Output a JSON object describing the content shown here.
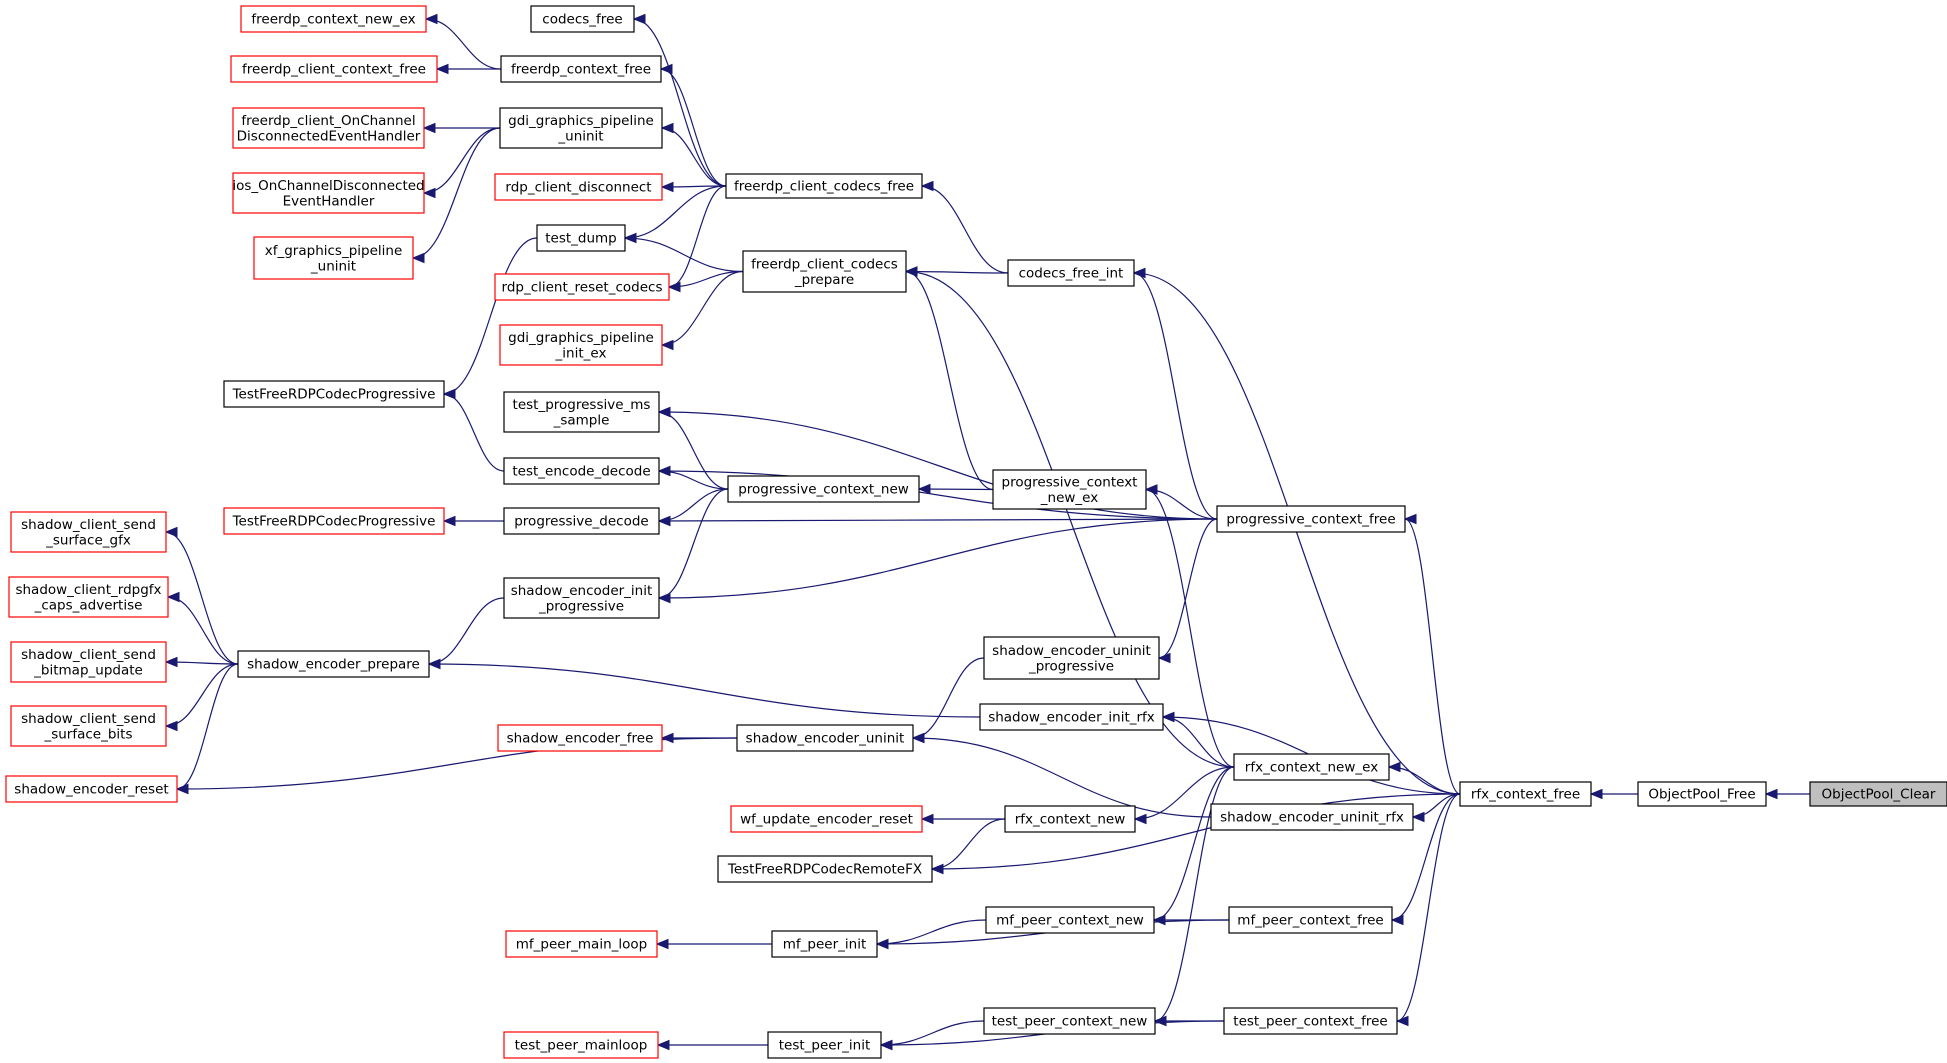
{
  "colors": {
    "edge": "#191970",
    "border_ref": "#ff0000",
    "border_doc": "#000000",
    "root_fill": "#bfbfbf"
  },
  "nodes": [
    {
      "id": "objectpool_clear",
      "lines": [
        "ObjectPool_Clear"
      ],
      "kind": "root"
    },
    {
      "id": "objectpool_free",
      "lines": [
        "ObjectPool_Free"
      ],
      "kind": "doc"
    },
    {
      "id": "rfx_context_free",
      "lines": [
        "rfx_context_free"
      ],
      "kind": "doc"
    },
    {
      "id": "codecs_free_int",
      "lines": [
        "codecs_free_int"
      ],
      "kind": "doc"
    },
    {
      "id": "progressive_context_free",
      "lines": [
        "progressive_context_free"
      ],
      "kind": "doc"
    },
    {
      "id": "rfx_context_new_ex",
      "lines": [
        "rfx_context_new_ex"
      ],
      "kind": "doc"
    },
    {
      "id": "shadow_encoder_uninit_rfx",
      "lines": [
        "shadow_encoder_uninit_rfx"
      ],
      "kind": "doc"
    },
    {
      "id": "shadow_encoder_init_rfx",
      "lines": [
        "shadow_encoder_init_rfx"
      ],
      "kind": "doc"
    },
    {
      "id": "mf_peer_context_free",
      "lines": [
        "mf_peer_context_free"
      ],
      "kind": "doc"
    },
    {
      "id": "test_peer_context_free",
      "lines": [
        "test_peer_context_free"
      ],
      "kind": "doc"
    },
    {
      "id": "testfreerdp_remotefx",
      "lines": [
        "TestFreeRDPCodecRemoteFX"
      ],
      "kind": "doc"
    },
    {
      "id": "freerdp_client_codecs_free",
      "lines": [
        "freerdp_client_codecs_free"
      ],
      "kind": "doc"
    },
    {
      "id": "freerdp_client_codecs_prepare",
      "lines": [
        "freerdp_client_codecs",
        "_prepare"
      ],
      "kind": "doc"
    },
    {
      "id": "progressive_context_new_ex",
      "lines": [
        "progressive_context",
        "_new_ex"
      ],
      "kind": "doc"
    },
    {
      "id": "shadow_encoder_uninit_progressive",
      "lines": [
        "shadow_encoder_uninit",
        "_progressive"
      ],
      "kind": "doc"
    },
    {
      "id": "rfx_context_new",
      "lines": [
        "rfx_context_new"
      ],
      "kind": "doc"
    },
    {
      "id": "mf_peer_context_new",
      "lines": [
        "mf_peer_context_new"
      ],
      "kind": "doc"
    },
    {
      "id": "test_peer_context_new",
      "lines": [
        "test_peer_context_new"
      ],
      "kind": "doc"
    },
    {
      "id": "codecs_free",
      "lines": [
        "codecs_free"
      ],
      "kind": "doc"
    },
    {
      "id": "freerdp_context_free",
      "lines": [
        "freerdp_context_free"
      ],
      "kind": "doc"
    },
    {
      "id": "gdi_graphics_pipeline_uninit",
      "lines": [
        "gdi_graphics_pipeline",
        "_uninit"
      ],
      "kind": "doc"
    },
    {
      "id": "test_dump",
      "lines": [
        "test_dump"
      ],
      "kind": "doc"
    },
    {
      "id": "progressive_context_new",
      "lines": [
        "progressive_context_new"
      ],
      "kind": "doc"
    },
    {
      "id": "test_progressive_ms_sample",
      "lines": [
        "test_progressive_ms",
        "_sample"
      ],
      "kind": "doc"
    },
    {
      "id": "test_encode_decode",
      "lines": [
        "test_encode_decode"
      ],
      "kind": "doc"
    },
    {
      "id": "progressive_decode",
      "lines": [
        "progressive_decode"
      ],
      "kind": "doc"
    },
    {
      "id": "shadow_encoder_init_progressive",
      "lines": [
        "shadow_encoder_init",
        "_progressive"
      ],
      "kind": "doc"
    },
    {
      "id": "shadow_encoder_uninit",
      "lines": [
        "shadow_encoder_uninit"
      ],
      "kind": "doc"
    },
    {
      "id": "mf_peer_init",
      "lines": [
        "mf_peer_init"
      ],
      "kind": "doc"
    },
    {
      "id": "test_peer_init",
      "lines": [
        "test_peer_init"
      ],
      "kind": "doc"
    },
    {
      "id": "testfreerdp_progressive_a",
      "lines": [
        "TestFreeRDPCodecProgressive"
      ],
      "kind": "doc"
    },
    {
      "id": "shadow_encoder_prepare",
      "lines": [
        "shadow_encoder_prepare"
      ],
      "kind": "doc"
    },
    {
      "id": "freerdp_context_new_ex",
      "lines": [
        "freerdp_context_new_ex"
      ],
      "kind": "ref"
    },
    {
      "id": "freerdp_client_context_free",
      "lines": [
        "freerdp_client_context_free"
      ],
      "kind": "ref"
    },
    {
      "id": "freerdp_client_onchannel",
      "lines": [
        "freerdp_client_OnChannel",
        "DisconnectedEventHandler"
      ],
      "kind": "ref"
    },
    {
      "id": "ios_onchannel",
      "lines": [
        "ios_OnChannelDisconnected",
        "EventHandler"
      ],
      "kind": "ref"
    },
    {
      "id": "xf_graphics_pipeline_uninit",
      "lines": [
        "xf_graphics_pipeline",
        "_uninit"
      ],
      "kind": "ref"
    },
    {
      "id": "rdp_client_disconnect",
      "lines": [
        "rdp_client_disconnect"
      ],
      "kind": "ref"
    },
    {
      "id": "rdp_client_reset_codecs",
      "lines": [
        "rdp_client_reset_codecs"
      ],
      "kind": "ref"
    },
    {
      "id": "gdi_graphics_pipeline_init_ex",
      "lines": [
        "gdi_graphics_pipeline",
        "_init_ex"
      ],
      "kind": "ref"
    },
    {
      "id": "testfreerdp_progressive_b",
      "lines": [
        "TestFreeRDPCodecProgressive"
      ],
      "kind": "ref"
    },
    {
      "id": "shadow_encoder_free",
      "lines": [
        "shadow_encoder_free"
      ],
      "kind": "ref"
    },
    {
      "id": "wf_update_encoder_reset",
      "lines": [
        "wf_update_encoder_reset"
      ],
      "kind": "ref"
    },
    {
      "id": "mf_peer_main_loop",
      "lines": [
        "mf_peer_main_loop"
      ],
      "kind": "ref"
    },
    {
      "id": "test_peer_mainloop",
      "lines": [
        "test_peer_mainloop"
      ],
      "kind": "ref"
    },
    {
      "id": "shadow_client_send_surface_gfx",
      "lines": [
        "shadow_client_send",
        "_surface_gfx"
      ],
      "kind": "ref"
    },
    {
      "id": "shadow_client_rdpgfx_caps",
      "lines": [
        "shadow_client_rdpgfx",
        "_caps_advertise"
      ],
      "kind": "ref"
    },
    {
      "id": "shadow_client_send_bitmap_update",
      "lines": [
        "shadow_client_send",
        "_bitmap_update"
      ],
      "kind": "ref"
    },
    {
      "id": "shadow_client_send_surface_bits",
      "lines": [
        "shadow_client_send",
        "_surface_bits"
      ],
      "kind": "ref"
    },
    {
      "id": "shadow_encoder_reset",
      "lines": [
        "shadow_encoder_reset"
      ],
      "kind": "ref"
    }
  ],
  "edges": [
    [
      "objectpool_free",
      "objectpool_clear"
    ],
    [
      "rfx_context_free",
      "objectpool_free"
    ],
    [
      "codecs_free_int",
      "rfx_context_free"
    ],
    [
      "progressive_context_free",
      "rfx_context_free"
    ],
    [
      "rfx_context_new_ex",
      "rfx_context_free"
    ],
    [
      "shadow_encoder_uninit_rfx",
      "rfx_context_free"
    ],
    [
      "shadow_encoder_init_rfx",
      "rfx_context_free"
    ],
    [
      "mf_peer_context_free",
      "rfx_context_free"
    ],
    [
      "test_peer_context_free",
      "rfx_context_free"
    ],
    [
      "testfreerdp_remotefx",
      "rfx_context_free"
    ],
    [
      "freerdp_client_codecs_free",
      "codecs_free_int"
    ],
    [
      "freerdp_client_codecs_prepare",
      "codecs_free_int"
    ],
    [
      "codecs_free_int",
      "progressive_context_free"
    ],
    [
      "progressive_context_new_ex",
      "progressive_context_free"
    ],
    [
      "shadow_encoder_uninit_progressive",
      "progressive_context_free"
    ],
    [
      "test_progressive_ms_sample",
      "progressive_context_free"
    ],
    [
      "test_encode_decode",
      "progressive_context_free"
    ],
    [
      "progressive_decode",
      "progressive_context_free"
    ],
    [
      "shadow_encoder_init_progressive",
      "progressive_context_free"
    ],
    [
      "freerdp_client_codecs_prepare",
      "rfx_context_new_ex"
    ],
    [
      "shadow_encoder_init_rfx",
      "rfx_context_new_ex"
    ],
    [
      "rfx_context_new",
      "rfx_context_new_ex"
    ],
    [
      "mf_peer_context_new",
      "rfx_context_new_ex"
    ],
    [
      "test_peer_context_new",
      "rfx_context_new_ex"
    ],
    [
      "progressive_context_new_ex",
      "rfx_context_new_ex"
    ],
    [
      "shadow_encoder_uninit",
      "shadow_encoder_uninit_rfx"
    ],
    [
      "shadow_encoder_prepare",
      "shadow_encoder_init_rfx"
    ],
    [
      "mf_peer_context_new",
      "mf_peer_context_free"
    ],
    [
      "mf_peer_init",
      "mf_peer_context_free"
    ],
    [
      "test_peer_context_new",
      "test_peer_context_free"
    ],
    [
      "test_peer_init",
      "test_peer_context_free"
    ],
    [
      "codecs_free",
      "freerdp_client_codecs_free"
    ],
    [
      "freerdp_context_free",
      "freerdp_client_codecs_free"
    ],
    [
      "gdi_graphics_pipeline_uninit",
      "freerdp_client_codecs_free"
    ],
    [
      "rdp_client_disconnect",
      "freerdp_client_codecs_free"
    ],
    [
      "test_dump",
      "freerdp_client_codecs_free"
    ],
    [
      "rdp_client_reset_codecs",
      "freerdp_client_codecs_free"
    ],
    [
      "test_dump",
      "freerdp_client_codecs_prepare"
    ],
    [
      "rdp_client_reset_codecs",
      "freerdp_client_codecs_prepare"
    ],
    [
      "gdi_graphics_pipeline_init_ex",
      "freerdp_client_codecs_prepare"
    ],
    [
      "freerdp_client_codecs_prepare",
      "progressive_context_new_ex"
    ],
    [
      "progressive_context_new",
      "progressive_context_new_ex"
    ],
    [
      "shadow_encoder_uninit",
      "shadow_encoder_uninit_progressive"
    ],
    [
      "wf_update_encoder_reset",
      "rfx_context_new"
    ],
    [
      "testfreerdp_remotefx",
      "rfx_context_new"
    ],
    [
      "mf_peer_init",
      "mf_peer_context_new"
    ],
    [
      "test_peer_init",
      "test_peer_context_new"
    ],
    [
      "freerdp_context_new_ex",
      "freerdp_context_free"
    ],
    [
      "freerdp_client_context_free",
      "freerdp_context_free"
    ],
    [
      "freerdp_client_onchannel",
      "gdi_graphics_pipeline_uninit"
    ],
    [
      "ios_onchannel",
      "gdi_graphics_pipeline_uninit"
    ],
    [
      "xf_graphics_pipeline_uninit",
      "gdi_graphics_pipeline_uninit"
    ],
    [
      "testfreerdp_progressive_a",
      "test_dump"
    ],
    [
      "test_progressive_ms_sample",
      "progressive_context_new"
    ],
    [
      "test_encode_decode",
      "progressive_context_new"
    ],
    [
      "progressive_decode",
      "progressive_context_new"
    ],
    [
      "shadow_encoder_init_progressive",
      "progressive_context_new"
    ],
    [
      "testfreerdp_progressive_a",
      "test_encode_decode"
    ],
    [
      "testfreerdp_progressive_b",
      "progressive_decode"
    ],
    [
      "shadow_encoder_prepare",
      "shadow_encoder_init_progressive"
    ],
    [
      "shadow_encoder_free",
      "shadow_encoder_uninit"
    ],
    [
      "shadow_encoder_reset",
      "shadow_encoder_uninit"
    ],
    [
      "mf_peer_main_loop",
      "mf_peer_init"
    ],
    [
      "test_peer_mainloop",
      "test_peer_init"
    ],
    [
      "shadow_client_send_surface_gfx",
      "shadow_encoder_prepare"
    ],
    [
      "shadow_client_rdpgfx_caps",
      "shadow_encoder_prepare"
    ],
    [
      "shadow_client_send_bitmap_update",
      "shadow_encoder_prepare"
    ],
    [
      "shadow_client_send_surface_bits",
      "shadow_encoder_prepare"
    ],
    [
      "shadow_encoder_reset",
      "shadow_encoder_prepare"
    ]
  ]
}
